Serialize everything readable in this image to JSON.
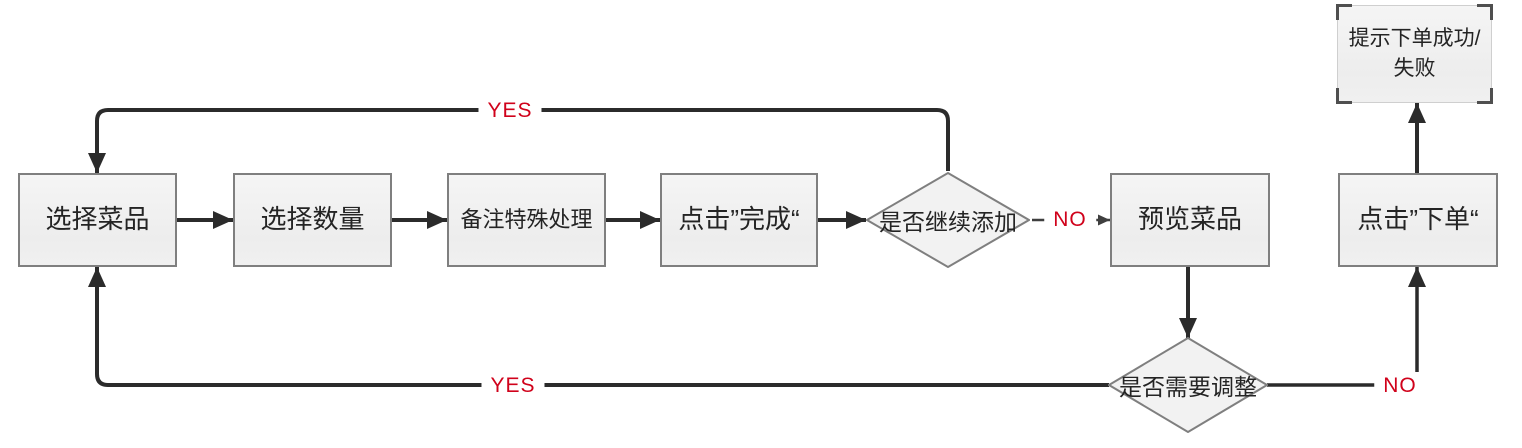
{
  "diagram": {
    "title": "order-food-flowchart",
    "nodes": [
      {
        "id": "select-dish",
        "type": "process",
        "label": "选择菜品"
      },
      {
        "id": "select-quantity",
        "type": "process",
        "label": "选择数量"
      },
      {
        "id": "note-special",
        "type": "process",
        "label": "备注特殊处理"
      },
      {
        "id": "click-done",
        "type": "process",
        "label": "点击”完成“"
      },
      {
        "id": "continue-adding",
        "type": "decision",
        "label": "是否继续添加"
      },
      {
        "id": "preview-dishes",
        "type": "process",
        "label": "预览菜品"
      },
      {
        "id": "click-order",
        "type": "process",
        "label": "点击”下单“"
      },
      {
        "id": "order-result",
        "type": "frame",
        "label": "提示下单成功/失败"
      },
      {
        "id": "need-adjustment",
        "type": "decision",
        "label": "是否需要调整"
      }
    ],
    "edge_labels": {
      "yes_top": "YES",
      "no_mid": "NO",
      "yes_bottom": "YES",
      "no_bottom": "NO"
    },
    "colors": {
      "accent_red": "#d0021b",
      "line_dark": "#2b2b2b",
      "node_fill": "#f1f1f1",
      "node_border": "#7f7f7f",
      "background": "#ffffff"
    }
  }
}
